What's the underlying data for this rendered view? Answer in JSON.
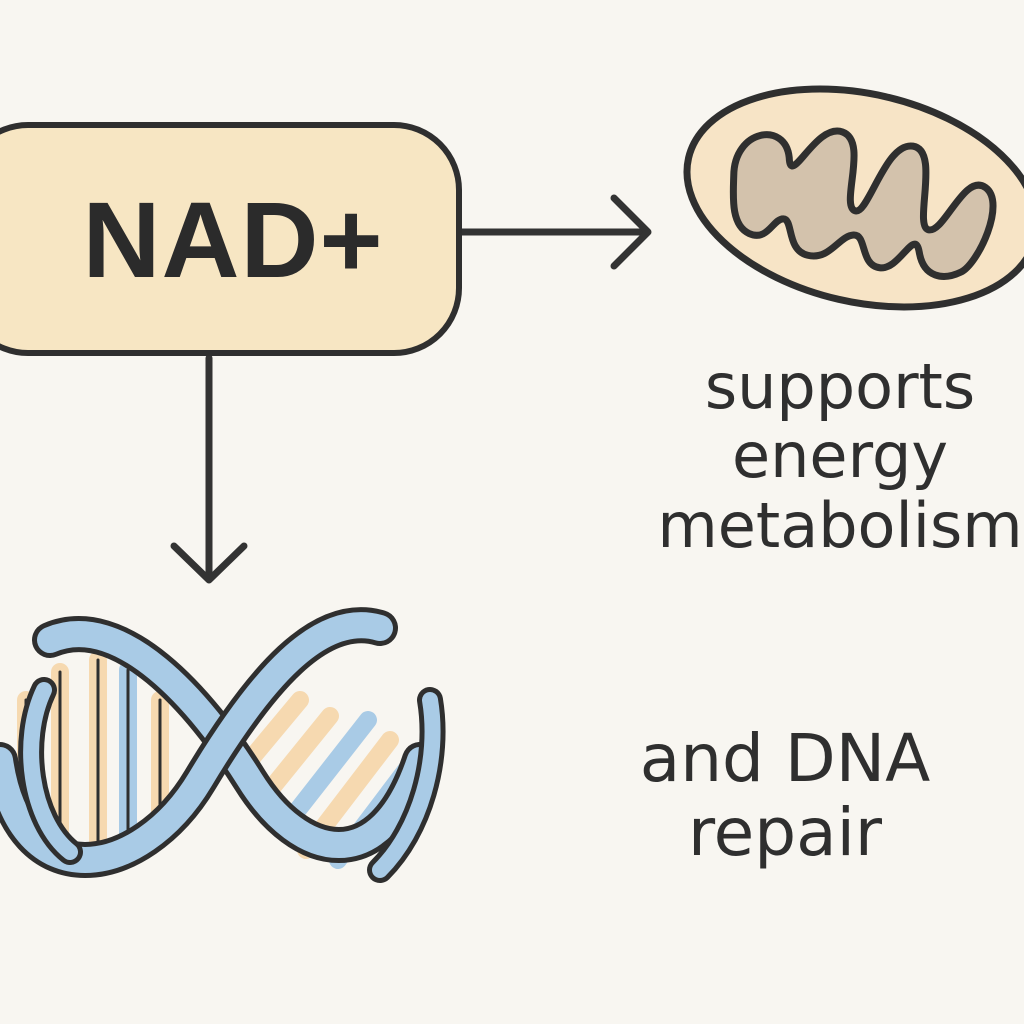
{
  "diagram": {
    "source_node": {
      "label": "NAD+"
    },
    "energy_caption": {
      "lines": [
        "supports",
        "energy",
        "metabolism"
      ]
    },
    "dna_caption": {
      "lines": [
        "and DNA",
        "repair"
      ]
    }
  },
  "colors": {
    "nad_fill": "#f7e6c3",
    "outline": "#2f2f2f",
    "mitochondrion_outer": "#f7e4c6",
    "mitochondrion_inner": "#d3c2ac",
    "dna_strand": "#a9cbe6",
    "dna_base_peach": "#f6d9b0",
    "background": "#f8f6f1"
  },
  "icons": [
    "mitochondrion-icon",
    "dna-double-helix-icon"
  ]
}
